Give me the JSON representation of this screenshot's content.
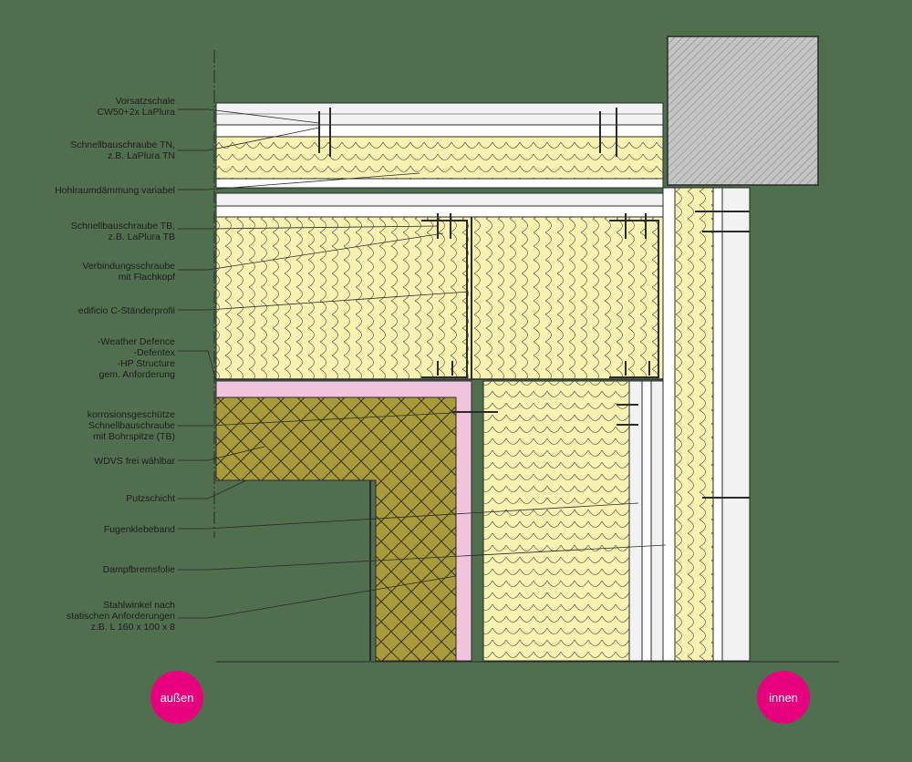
{
  "labels": [
    "Vorsatzschale\nCW50+2x LaPlura",
    "Schnellbauschraube TN,\nz.B. LaPlura TN",
    "Hohlraumdämmung variabel",
    "Schnellbauschraube TB,\nz.B. LaPlura TB",
    "Verbindungsschraube\nmit Flachkopf",
    "edificio C-Ständerprofil",
    "-Weather Defence\n-Defentex\n-HP Structure\ngem. Anforderung",
    "korrosionsgeschütze\nSchnellbauschraube\nmit Bohrspitze (TB)",
    "WDVS frei wählbar",
    "Putzschicht",
    "Fugenklebeband",
    "Dampfbremsfolie",
    "Stahlwinkel nach\nstatischen Anforderungen\nz.B. L 160 x 100 x 8"
  ],
  "badges": {
    "outside": "außen",
    "inside": "innen"
  },
  "colors": {
    "background": "#4f6f4f",
    "insulation": "#f7f2b0",
    "wdvs": "#a99a3c",
    "board": "#f2f2f2",
    "membrane": "#f0c4dc",
    "concrete": "#c4c4c4",
    "badge": "#e6007e",
    "line": "#2a2a2a"
  }
}
